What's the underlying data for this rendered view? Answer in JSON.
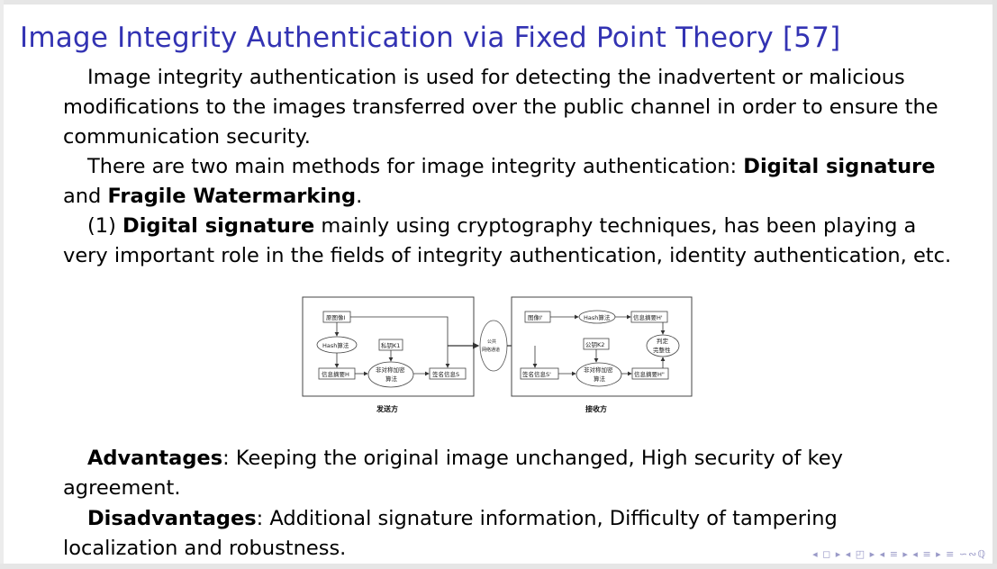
{
  "slide": {
    "title": "Image Integrity Authentication via Fixed Point Theory [57]",
    "p1": "Image integrity authentication is used for detecting the inadvertent or malicious modifications to the images transferred over the public channel in order to ensure the communication security.",
    "p2": {
      "pre": "There are two main methods for image integrity authentication: ",
      "bold1": "Digital signature",
      "mid": " and ",
      "bold2": "Fragile Watermarking",
      "post": "."
    },
    "p3": {
      "pre": "(1) ",
      "bold": "Digital signature",
      "post": " mainly using cryptography techniques, has been playing a very important role in the fields of integrity authentication, identity authentication, etc."
    },
    "p4": {
      "bold": "Advantages",
      "post": ": Keeping the original image unchanged, High security of key agreement."
    },
    "p5": {
      "bold": "Disadvantages",
      "post": ": Additional signature information, Difficulty of tampering localization and robustness."
    }
  },
  "figure": {
    "sender": {
      "original_image": "原图像I",
      "hash": "Hash算法",
      "private_key": "私钥K1",
      "digest": "信息摘要H",
      "asym_encrypt": "非对称加密",
      "algorithm": "算法",
      "signature": "签名信息S",
      "caption": "发送方"
    },
    "channel": {
      "line1": "公共",
      "line2": "网络通道"
    },
    "receiver": {
      "image": "图像I'",
      "hash": "Hash算法",
      "digest": "信息摘要H'",
      "public_key": "公钥K2",
      "judge1": "判定",
      "judge2": "完整性",
      "signature": "签名信息S'",
      "asym_decrypt": "非对称加密",
      "algorithm": "算法",
      "digest2": "信息摘要H\"",
      "caption": "接收方"
    }
  },
  "nav": {
    "symbols": "◂ ◻ ▸ ◂ ◰ ▸ ◂ ≡ ▸ ◂ ≡ ▸   ≡   ∽∾ℚ"
  }
}
